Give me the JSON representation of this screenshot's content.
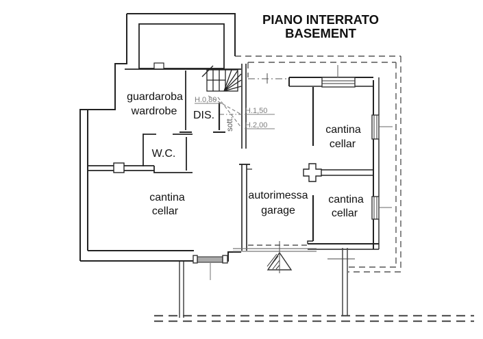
{
  "title": {
    "italian": "PIANO INTERRATO",
    "english": "BASEMENT"
  },
  "rooms": {
    "wardrobe": {
      "it": "guardaroba",
      "en": "wardrobe"
    },
    "wc": {
      "label": "W.C."
    },
    "cellar_left": {
      "it": "cantina",
      "en": "cellar"
    },
    "hallway": {
      "label": "DIS."
    },
    "understairs": {
      "label": "sott."
    },
    "garage": {
      "it": "autorimessa",
      "en": "garage"
    },
    "cellar_top_right": {
      "it": "cantina",
      "en": "cellar"
    },
    "cellar_bottom_right": {
      "it": "cantina",
      "en": "cellar"
    }
  },
  "height_annotations": {
    "h080": "H.0,80",
    "h150": "H.1,50",
    "h200": "H.2,00"
  },
  "colors": {
    "wall": "#222222",
    "wall_gray": "#777777",
    "boundary": "#555555",
    "label": "#111111",
    "label_gray": "#7d7d7d",
    "background": "#ffffff"
  }
}
